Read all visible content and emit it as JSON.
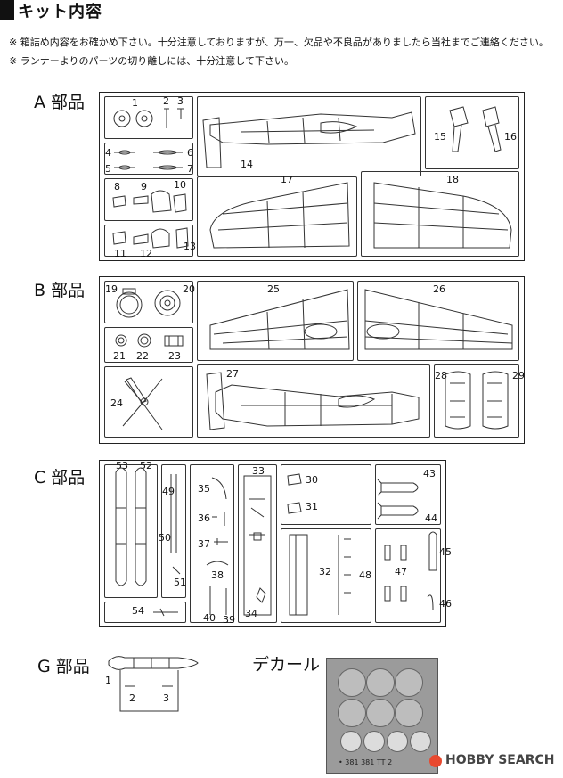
{
  "header": {
    "title": "キット内容"
  },
  "notes": [
    "※ 箱詰め内容をお確かめ下さい。十分注意しておりますが、万一、欠品や不良品がありましたら当社までご連絡ください。",
    "※ ランナーよりのパーツの切り離しには、十分注意して下さい。"
  ],
  "sections": {
    "a": {
      "label": "A 部品"
    },
    "b": {
      "label": "B 部品"
    },
    "c": {
      "label": "C 部品"
    },
    "g": {
      "label": "G 部品"
    },
    "decal": {
      "label": "デカール"
    }
  },
  "decal_sheet": {
    "bottom_text": "• 381 381 TT 2"
  },
  "watermark": {
    "text": "HOBBY SEARCH",
    "icon": "hobbysearch-logo-icon"
  }
}
